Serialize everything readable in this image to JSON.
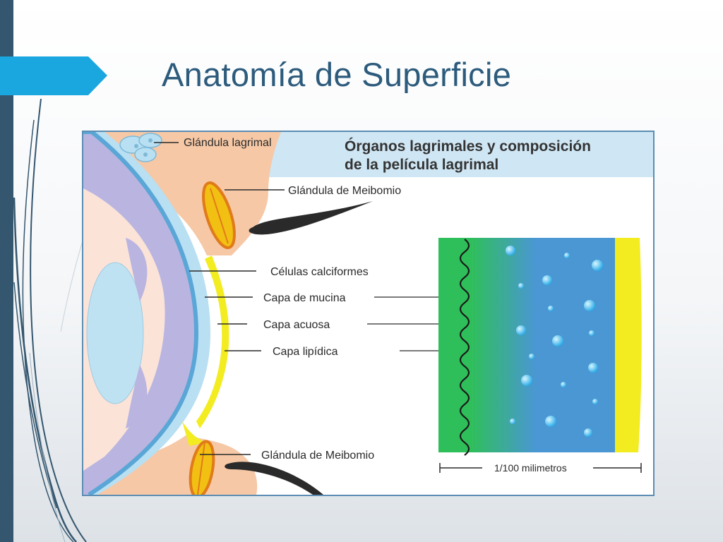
{
  "slide": {
    "title": "Anatomía de Superficie"
  },
  "figure": {
    "heading_line1": "Órganos lagrimales y composición",
    "heading_line2": "de la película lagrimal",
    "labels": {
      "lacrimal_gland": "Glándula lagrimal",
      "meibomian_gland_top": "Glándula de Meibomio",
      "goblet_cells": "Células calciformes",
      "mucin_layer": "Capa de mucina",
      "aqueous_layer": "Capa acuosa",
      "lipid_layer": "Capa lipídica",
      "meibomian_gland_bottom": "Glándula de Meibomio"
    },
    "scale_label": "1/100 milimetros"
  },
  "colors": {
    "accent": "#1aa7e0",
    "sidebar": "#34566e",
    "title": "#2d5b7c",
    "figure_border": "#5b8db3",
    "mucin": "#2fbf5a",
    "aqueous": "#4a97d3",
    "lipid": "#f2ec20",
    "skin": "#f6c8a6"
  }
}
